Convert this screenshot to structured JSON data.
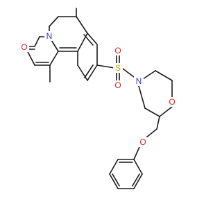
{
  "molecule": {
    "atoms": {
      "o_ketone": "O",
      "n_ring": "N",
      "s_sulfonyl": "S",
      "o_sulfonyl_1": "O",
      "o_sulfonyl_2": "O",
      "n_morpholine": "N",
      "o_morpholine": "O",
      "o_ether": "O"
    },
    "colors": {
      "bond": "#1a1a1a",
      "oxygen": "#e8231a",
      "nitrogen": "#2b3fd6",
      "sulfur": "#c8a000",
      "background": "#ffffff"
    }
  }
}
